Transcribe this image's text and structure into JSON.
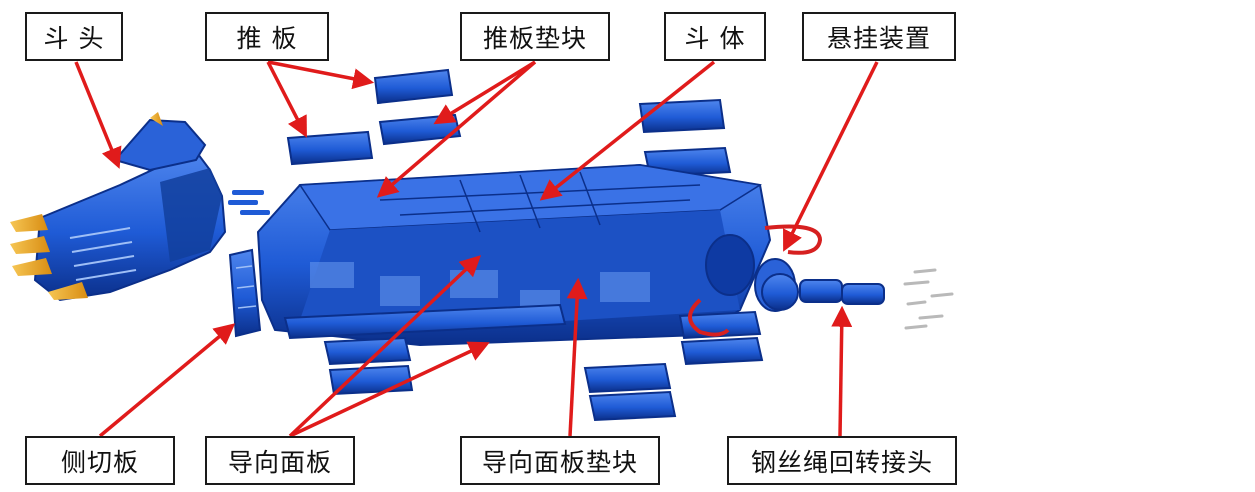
{
  "labels": {
    "bucket_head": "斗 头",
    "push_plate": "推 板",
    "push_plate_pad": "推板垫块",
    "bucket_body": "斗 体",
    "suspension": "悬挂装置",
    "side_cutter": "侧切板",
    "guide_panel": "导向面板",
    "guide_panel_pad": "导向面板垫块",
    "rope_swivel": "钢丝绳回转接头"
  },
  "colors": {
    "part_blue": "#1f5bd6",
    "part_dark": "#0b2f8a",
    "part_light": "#4f86ee",
    "leader_red": "#e01b1b",
    "teeth_orange": "#e8a321",
    "hook_red": "#d62020",
    "bolt_grey": "#b9b9b9"
  }
}
